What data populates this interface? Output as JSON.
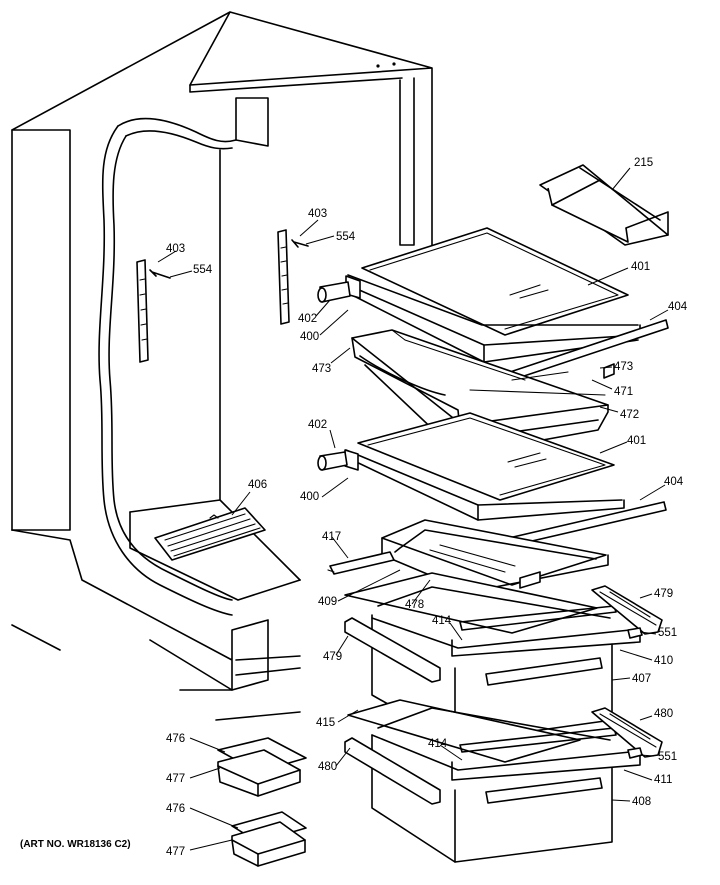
{
  "diagram": {
    "art_number": "(ART NO. WR18136 C2)",
    "callouts": [
      {
        "id": "215",
        "text": "215"
      },
      {
        "id": "401a",
        "text": "401"
      },
      {
        "id": "404a",
        "text": "404"
      },
      {
        "id": "403a",
        "text": "403"
      },
      {
        "id": "554a",
        "text": "554"
      },
      {
        "id": "403b",
        "text": "403"
      },
      {
        "id": "554b",
        "text": "554"
      },
      {
        "id": "402a",
        "text": "402"
      },
      {
        "id": "400a",
        "text": "400"
      },
      {
        "id": "473a",
        "text": "473"
      },
      {
        "id": "473b",
        "text": "473"
      },
      {
        "id": "471",
        "text": "471"
      },
      {
        "id": "472",
        "text": "472"
      },
      {
        "id": "402b",
        "text": "402"
      },
      {
        "id": "401b",
        "text": "401"
      },
      {
        "id": "400b",
        "text": "400"
      },
      {
        "id": "404b",
        "text": "404"
      },
      {
        "id": "406",
        "text": "406"
      },
      {
        "id": "417",
        "text": "417"
      },
      {
        "id": "409",
        "text": "409"
      },
      {
        "id": "478",
        "text": "478"
      },
      {
        "id": "479a",
        "text": "479"
      },
      {
        "id": "414a",
        "text": "414"
      },
      {
        "id": "551a",
        "text": "551"
      },
      {
        "id": "479b",
        "text": "479"
      },
      {
        "id": "410",
        "text": "410"
      },
      {
        "id": "407",
        "text": "407"
      },
      {
        "id": "415",
        "text": "415"
      },
      {
        "id": "480a",
        "text": "480"
      },
      {
        "id": "414b",
        "text": "414"
      },
      {
        "id": "551b",
        "text": "551"
      },
      {
        "id": "480b",
        "text": "480"
      },
      {
        "id": "411",
        "text": "411"
      },
      {
        "id": "408",
        "text": "408"
      },
      {
        "id": "476a",
        "text": "476"
      },
      {
        "id": "477a",
        "text": "477"
      },
      {
        "id": "476b",
        "text": "476"
      },
      {
        "id": "477b",
        "text": "477"
      }
    ]
  }
}
